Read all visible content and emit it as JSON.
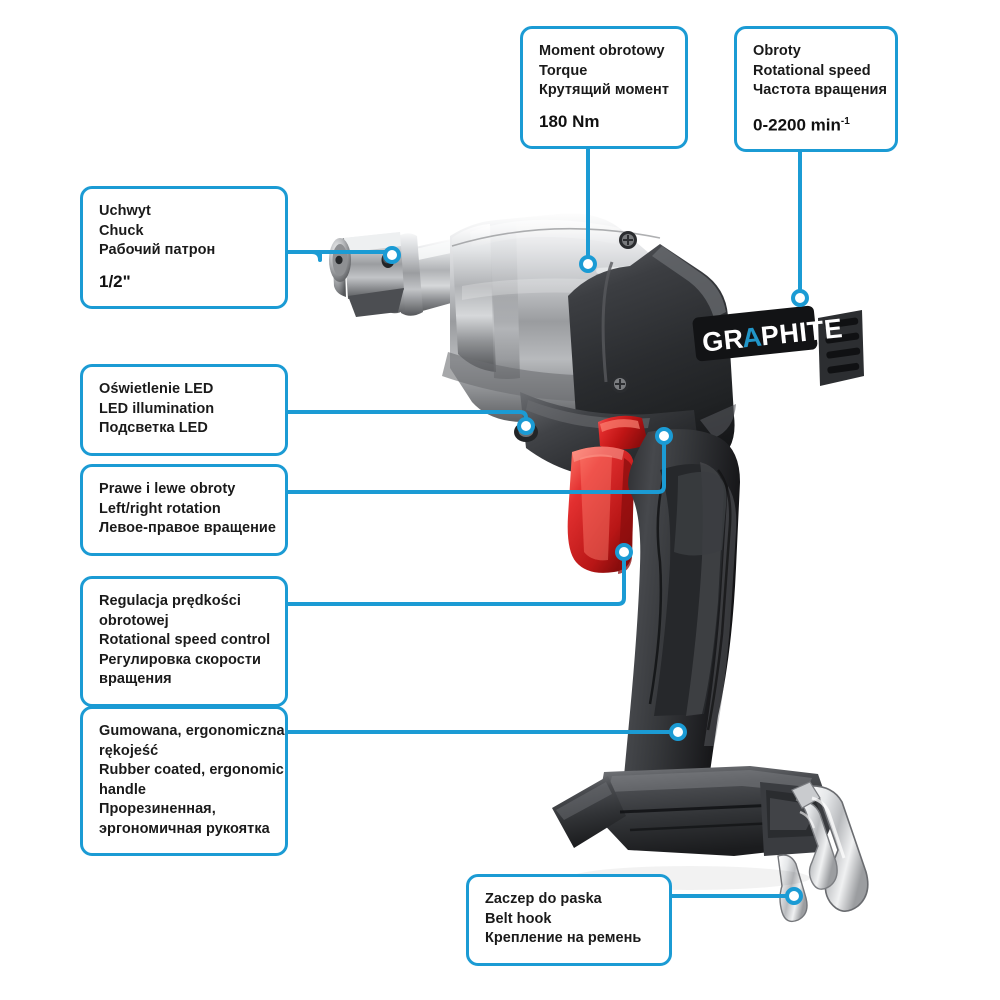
{
  "page": {
    "title": "GRAPHITE Impact Wrench - Annotated Feature Diagram",
    "background_color": "#ffffff",
    "accent_color": "#1b9bd4",
    "text_color": "#1a1a1a",
    "brand": "GRAPHITE",
    "brand_accent_letter": "A",
    "brand_accent_color": "#2196c9"
  },
  "callouts": {
    "chuck": {
      "pl": "Uchwyt",
      "en": "Chuck",
      "ru": "Рабочий патрон",
      "value": "1/2\""
    },
    "torque": {
      "pl": "Moment obrotowy",
      "en": "Torque",
      "ru": "Крутящий момент",
      "value": "180 Nm"
    },
    "speed": {
      "pl": "Obroty",
      "en": "Rotational speed",
      "ru": "Частота вращения",
      "value_main": "0-2200 min",
      "value_sup": "-1"
    },
    "led": {
      "pl": "Oświetlenie LED",
      "en": "LED illumination",
      "ru": "Подсветка LED"
    },
    "rotation": {
      "pl": "Prawe i lewe obroty",
      "en": "Left/right rotation",
      "ru": "Левое-правое вращение"
    },
    "speed_control": {
      "pl_1": "Regulacja prędkości",
      "pl_2": "obrotowej",
      "en": "Rotational speed control",
      "ru_1": "Регулировка скорости",
      "ru_2": "вращения"
    },
    "handle": {
      "pl_1": "Gumowana, ergonomiczna",
      "pl_2": "rękojeść",
      "en_1": "Rubber coated, ergonomic",
      "en_2": "handle",
      "ru_1": "Прорезиненная,",
      "ru_2": "эргономичная рукоятка"
    },
    "belt_hook": {
      "pl": "Zaczep do paska",
      "en": "Belt hook",
      "ru": "Крепление на ремень"
    }
  }
}
